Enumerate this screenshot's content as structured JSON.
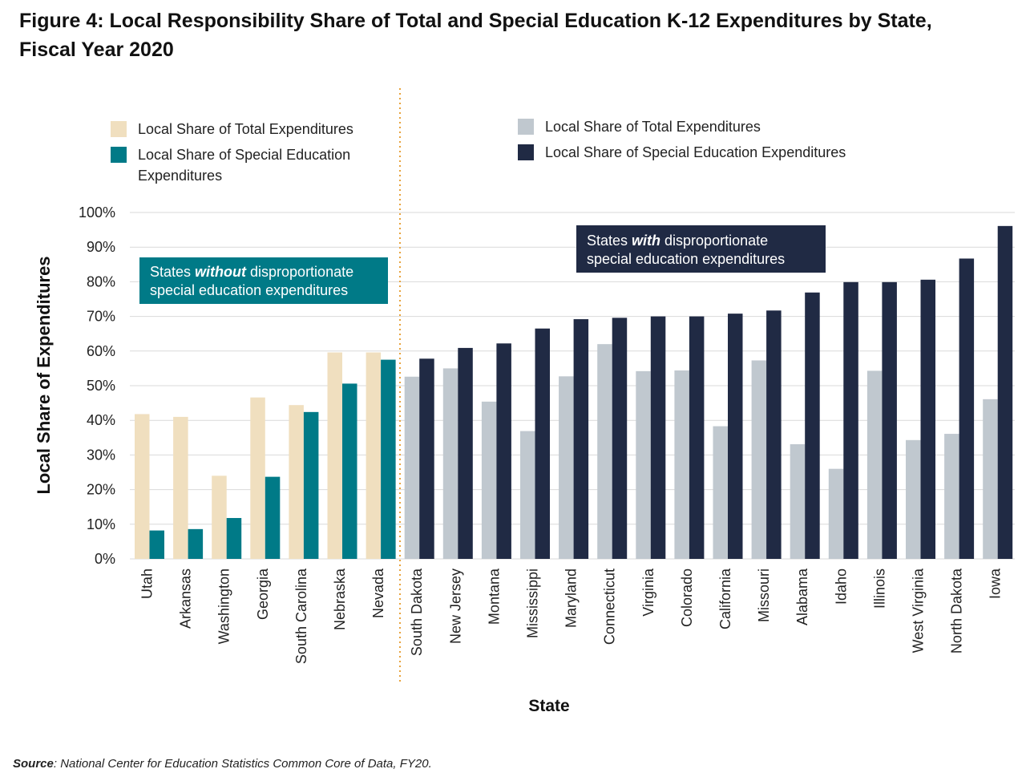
{
  "title_line1": "Figure 4: Local Responsibility Share of Total and Special Education K-12 Expenditures by State,",
  "title_line2": "Fiscal Year 2020",
  "source_label": "Source",
  "source_text": ": National Center for Education Statistics Common Core of Data, FY20.",
  "legend_left": {
    "total": "Local Share of Total Expenditures",
    "sped_line1": "Local Share of Special Education",
    "sped_line2": "Expenditures"
  },
  "legend_right": {
    "total": "Local Share of Total Expenditures",
    "sped": "Local Share of Special Education Expenditures"
  },
  "callout_without": {
    "pre": "States ",
    "emph": "without",
    "post": " disproportionate",
    "line2": "special education expenditures"
  },
  "callout_with": {
    "pre": "States ",
    "emph": "with",
    "post": " disproportionate",
    "line2": "special education expenditures"
  },
  "colors": {
    "without_total": "#f0dfbf",
    "without_sped": "#007a87",
    "with_total": "#c0c8cf",
    "with_sped": "#202a44",
    "divider": "#e8a33d",
    "gridline": "#d9d9d9"
  },
  "chart_data": {
    "type": "bar",
    "xlabel": "State",
    "ylabel": "Local Share of Expenditures",
    "ylim": [
      0,
      100
    ],
    "yticks": [
      "0%",
      "10%",
      "20%",
      "30%",
      "40%",
      "50%",
      "60%",
      "70%",
      "80%",
      "90%",
      "100%"
    ],
    "grid": true,
    "categories": [
      "Utah",
      "Arkansas",
      "Washington",
      "Georgia",
      "South Carolina",
      "Nebraska",
      "Nevada",
      "South Dakota",
      "New Jersey",
      "Montana",
      "Mississippi",
      "Maryland",
      "Connecticut",
      "Virginia",
      "Colorado",
      "California",
      "Missouri",
      "Alabama",
      "Idaho",
      "Illinois",
      "West Virginia",
      "North Dakota",
      "Iowa"
    ],
    "group_size_without": 7,
    "series": [
      {
        "name": "Local Share of Total Expenditures",
        "values": [
          41.8,
          41.0,
          24.0,
          46.6,
          44.4,
          59.6,
          59.6,
          52.6,
          55.0,
          45.4,
          36.9,
          52.7,
          62.0,
          54.2,
          54.4,
          38.3,
          57.3,
          33.1,
          26.0,
          54.3,
          34.3,
          36.1,
          46.1
        ]
      },
      {
        "name": "Local Share of Special Education Expenditures",
        "values": [
          8.2,
          8.6,
          11.8,
          23.7,
          42.4,
          50.6,
          57.5,
          57.8,
          60.9,
          62.2,
          66.5,
          69.2,
          69.6,
          70.0,
          70.0,
          70.8,
          71.7,
          76.9,
          79.9,
          79.9,
          80.6,
          86.7,
          96.1
        ]
      }
    ]
  }
}
